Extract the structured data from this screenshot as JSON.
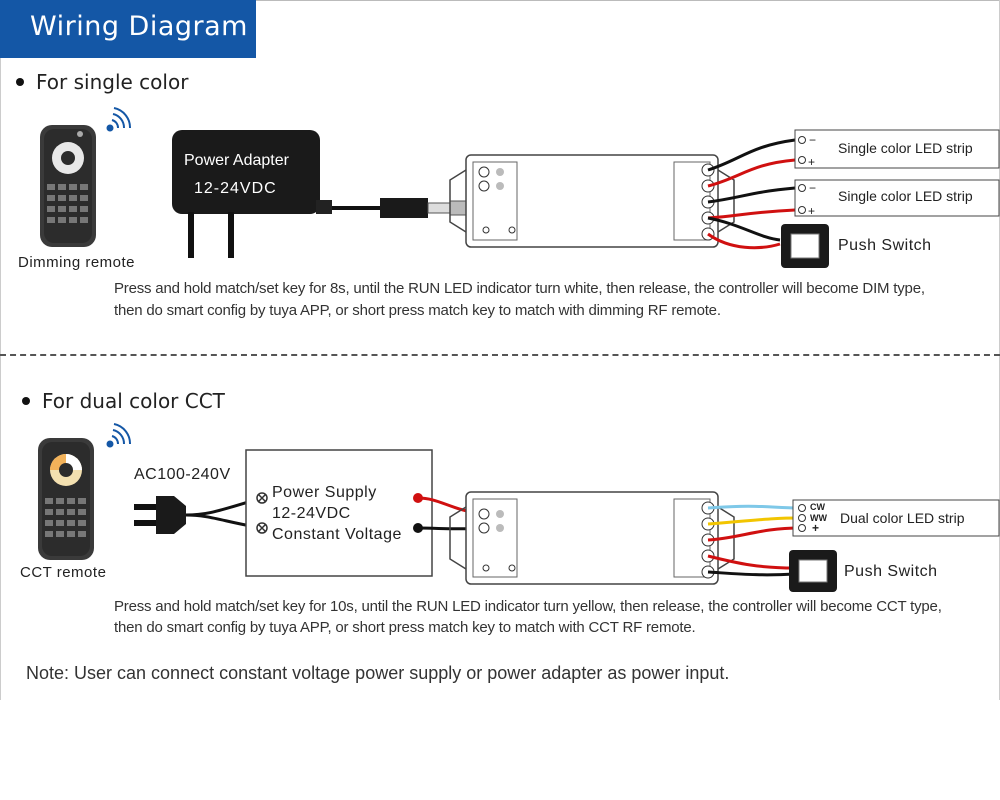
{
  "header": {
    "title": "Wiring Diagram"
  },
  "single": {
    "heading": "For single color",
    "remote_label": "Dimming remote",
    "adapter_line1": "Power Adapter",
    "adapter_line2": "12-24VDC",
    "strip1": "Single color LED strip",
    "strip2": "Single color LED strip",
    "push_switch": "Push Switch",
    "instr1": "Press and hold match/set key for 8s, until the RUN LED indicator turn white, then release, the controller will become DIM type,",
    "instr2": "then do  smart  config by  tuya  APP,  or  short press match key to match with dimming  RF  remote."
  },
  "dual": {
    "heading": "For dual color CCT",
    "remote_label": "CCT remote",
    "ac_label": "AC100-240V",
    "psu_line1": "Power Supply",
    "psu_line2": "12-24VDC",
    "psu_line3": "Constant Voltage",
    "strip": "Dual color LED strip",
    "cw": "CW",
    "ww": "WW",
    "plus": "+",
    "push_switch": "Push Switch",
    "instr1": "Press and hold match/set key for 10s, until the RUN LED indicator turn yellow, then release, the controller will become CCT type,",
    "instr2": "then do  smart  config by  tuya  APP,  or  short press match key to match  with CCT  RF  remote."
  },
  "note": "Note: User can connect constant voltage power supply or power adapter as power input.",
  "colors": {
    "brand_blue": "#1457a6",
    "wire_red": "#d01010",
    "wire_black": "#111111",
    "wire_blue": "#7ec8e8",
    "wire_yellow": "#f2c500"
  }
}
